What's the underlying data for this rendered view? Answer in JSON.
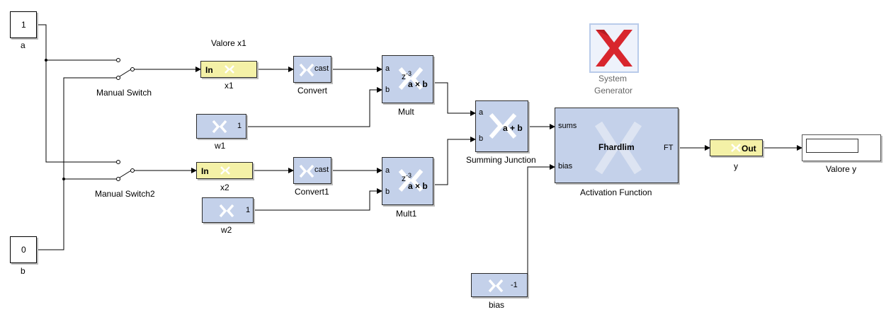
{
  "labels": {
    "valore_x1": "Valore x1",
    "manual_switch": "Manual Switch",
    "manual_switch2": "Manual Switch2",
    "system_generator": [
      "System",
      "Generator"
    ],
    "activation_function": "Activation Function",
    "summing_junction": "Summing Junction"
  },
  "blocks": {
    "const_a": {
      "value": "1",
      "name": "a"
    },
    "const_b": {
      "value": "0",
      "name": "b"
    },
    "x1": {
      "port": "In",
      "name": "x1"
    },
    "x2": {
      "port": "In",
      "name": "x2"
    },
    "convert": {
      "port": "cast",
      "name": "Convert"
    },
    "convert1": {
      "port": "cast",
      "name": "Convert1"
    },
    "w1": {
      "value": "1",
      "name": "w1"
    },
    "w2": {
      "value": "1",
      "name": "w2"
    },
    "mult": {
      "in_a": "a",
      "in_b": "b",
      "delay_base": "z",
      "delay_exp": "-3",
      "op": "a × b",
      "name": "Mult"
    },
    "mult1": {
      "in_a": "a",
      "in_b": "b",
      "delay_base": "z",
      "delay_exp": "-3",
      "op": "a × b",
      "name": "Mult1"
    },
    "sum": {
      "in_a": "a",
      "in_b": "b",
      "op": "a + b"
    },
    "activation": {
      "in_sums": "sums",
      "in_bias": "bias",
      "title": "Fhardlim",
      "out": "FT"
    },
    "bias": {
      "value": "-1",
      "name": "bias"
    },
    "y": {
      "port": "Out",
      "name": "y"
    },
    "scope": {
      "name": "Valore y"
    }
  },
  "colors": {
    "xilinx_block": "#c4d1ea",
    "gateway_block": "#f4f1a7",
    "xilinx_logo_red": "#d8262d",
    "wire": "#000000"
  }
}
